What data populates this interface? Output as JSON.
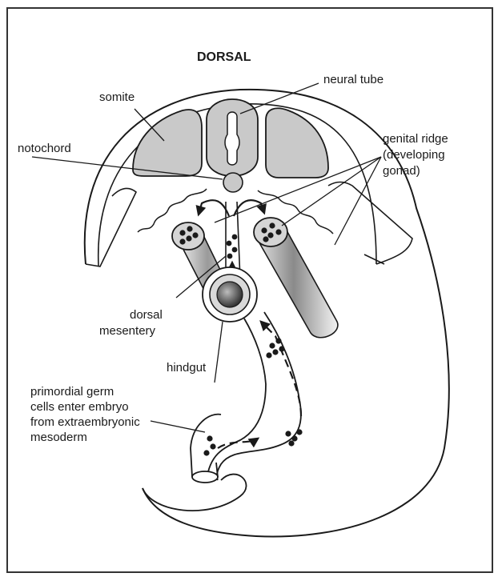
{
  "figure": {
    "title": "DORSAL",
    "labels": {
      "somite": "somite",
      "neural_tube": "neural tube",
      "notochord": "notochord",
      "genital_ridge": [
        "genital ridge",
        "(developing",
        "gonad)"
      ],
      "dorsal_mesentery": [
        "dorsal",
        "mesentery"
      ],
      "hindgut": "hindgut",
      "germ_cells": [
        "primordial germ",
        "cells enter embryo",
        "from extraembryonic",
        "mesoderm"
      ]
    }
  }
}
